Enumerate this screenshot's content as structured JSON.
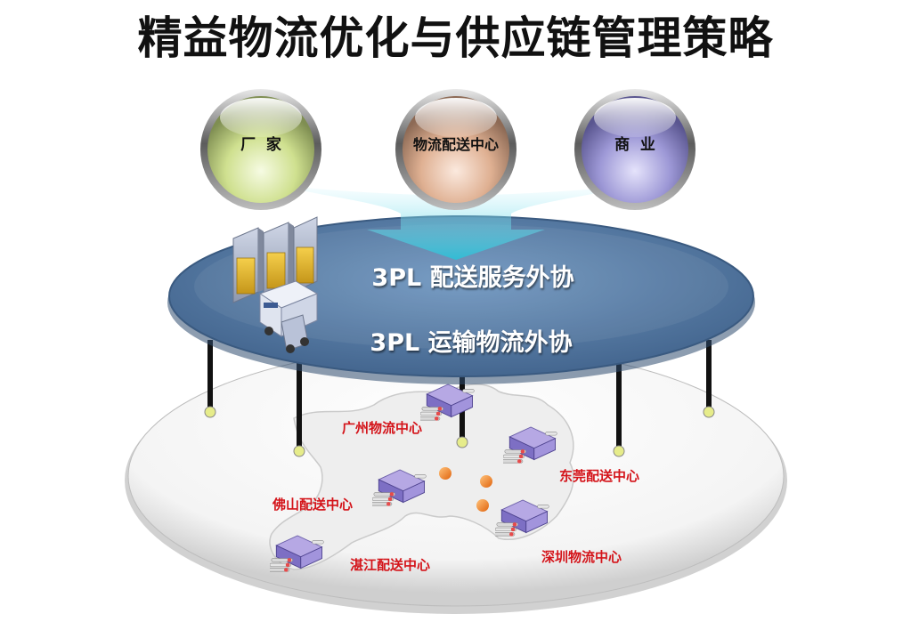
{
  "title": "精益物流优化与供应链管理策略",
  "spheres": [
    {
      "label": "厂  家",
      "color": "#c9dc8e"
    },
    {
      "label": "物流配送中心",
      "color": "#e0b496"
    },
    {
      "label": "商  业",
      "color": "#9c97d2"
    }
  ],
  "platform": {
    "line1": "3PL 配送服务外协",
    "line2": "3PL 运输物流外协",
    "color": "#5b7fa8"
  },
  "centers": [
    {
      "label": "广州物流中心"
    },
    {
      "label": "东莞配送中心"
    },
    {
      "label": "佛山配送中心"
    },
    {
      "label": "湛江配送中心"
    },
    {
      "label": "深圳物流中心"
    }
  ],
  "colors": {
    "label_red": "#d4141a",
    "node_orange": "#f07a1a",
    "arrow_cyan": "#2fc4d8"
  }
}
